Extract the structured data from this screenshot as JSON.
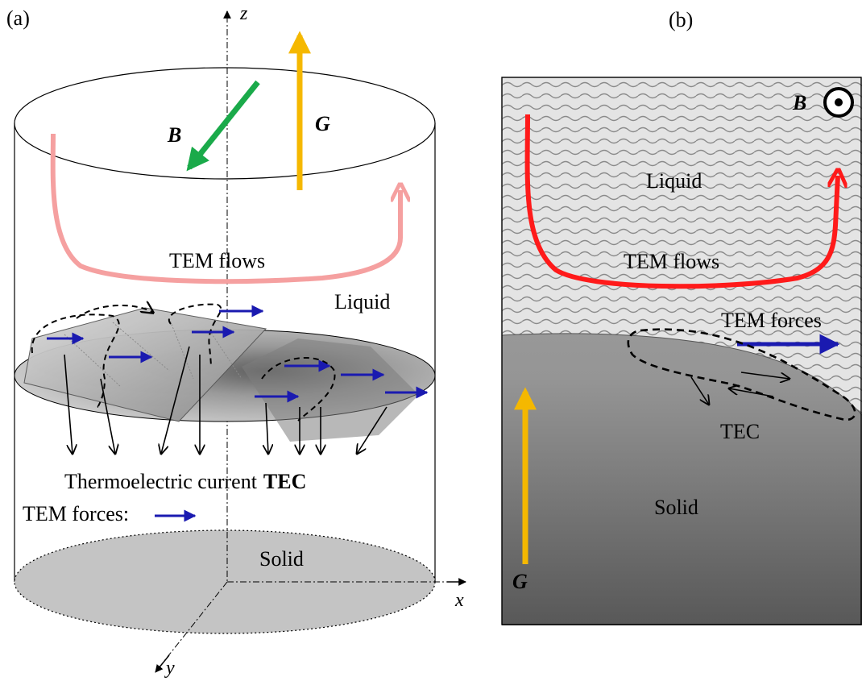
{
  "panel_a": {
    "tag": "(a)",
    "axis_z": "z",
    "axis_x": "x",
    "axis_y": "y",
    "label_B": "B",
    "label_G": "G",
    "tem_flows": "TEM flows",
    "liquid": "Liquid",
    "thermoelectric_current": "Thermoelectric current",
    "tec_bold": "TEC",
    "tem_forces": "TEM forces:",
    "solid": "Solid"
  },
  "panel_b": {
    "tag": "(b)",
    "label_B": "B",
    "liquid": "Liquid",
    "tem_flows": "TEM flows",
    "tem_forces": "TEM forces",
    "tec": "TEC",
    "solid": "Solid",
    "label_G": "G"
  },
  "colors": {
    "B_arrow": "#1aaa4a",
    "G_arrow": "#f5b800",
    "flow_a": "#f5a0a0",
    "flow_b": "#ff1a1a",
    "force_arrow": "#1a1ab0",
    "solid_top": "#a8a8a8",
    "solid_bottom": "#5a5a5a"
  }
}
